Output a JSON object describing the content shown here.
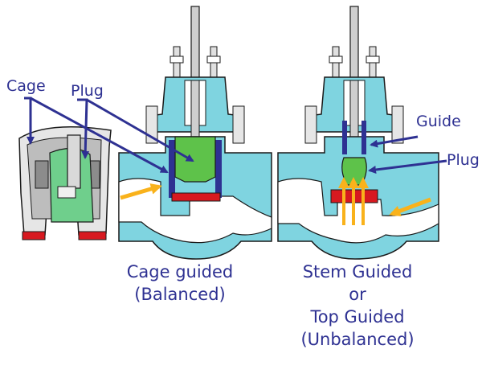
{
  "labels": {
    "cage": "Cage",
    "plug_left": "Plug",
    "guide": "Guide",
    "plug_right": "Plug"
  },
  "captions": {
    "left_line1": "Cage guided",
    "left_line2": "(Balanced)",
    "right_line1": "Stem Guided",
    "right_line2": "or",
    "right_line3": "Top Guided",
    "right_line4": "(Unbalanced)"
  },
  "colors": {
    "body": "#7fd4e0",
    "outline": "#1a1a1a",
    "plug": "#5ec24a",
    "guide_metal": "#2e3192",
    "seat": "#d71920",
    "flow_arrow": "#f9b21b",
    "annotation": "#2e3192",
    "stem": "#cfcfcf"
  }
}
